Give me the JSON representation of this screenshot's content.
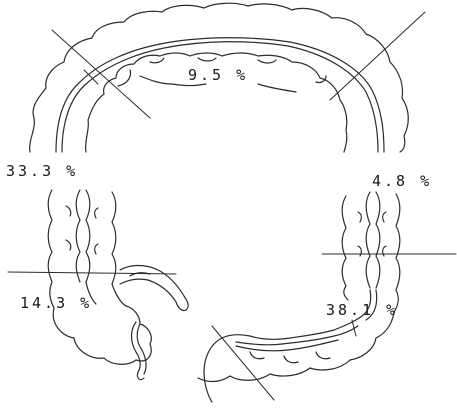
{
  "diagram": {
    "type": "colon-segment-distribution",
    "line_color": "#2b2b2b",
    "background": "#ffffff",
    "labels": {
      "transverse": "9.5 %",
      "ascending_upper": "33.3 %",
      "descending_upper": "4.8 %",
      "cecum": "14.3 %",
      "sigmoid": "38.1 %"
    }
  }
}
